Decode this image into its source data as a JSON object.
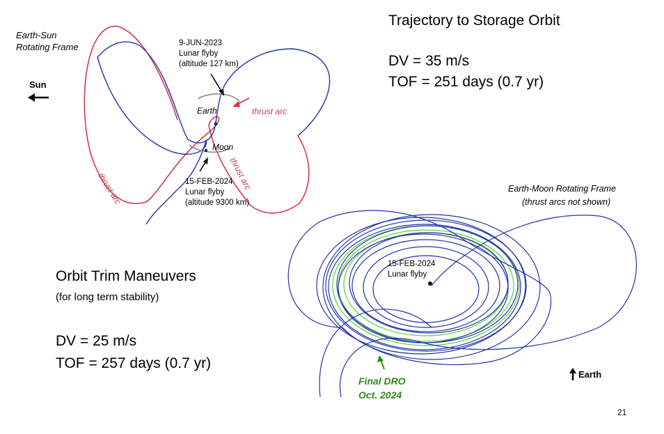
{
  "colors": {
    "trajectory_blue": "#2233aa",
    "thrust_red": "#d0394a",
    "dro_green": "#5ccf3a",
    "final_label_green": "#2e8b1a",
    "annotation_gray": "#777777"
  },
  "frame_es": {
    "line1": "Earth-Sun",
    "line2": "Rotating Frame"
  },
  "sun": {
    "label": "Sun"
  },
  "flyby1": {
    "date": "9-JUN-2023",
    "desc": "Lunar flyby",
    "alt": "(altitude 127 km)"
  },
  "labels": {
    "earth": "Earth",
    "moon": "Moon",
    "thrust_top": "thrust arc",
    "thrust_right": "thrust arc",
    "thrust_left": "thrust arc"
  },
  "flyby2": {
    "date": "15-FEB-2024",
    "desc": "Lunar flyby",
    "alt": "(altitude 9300 km)"
  },
  "trajectory": {
    "title": "Trajectory to Storage Orbit",
    "dv": "DV = 35 m/s",
    "tof": "TOF = 251 days (0.7 yr)"
  },
  "frame_em": {
    "line1": "Earth-Moon Rotating Frame",
    "line2": "(thrust arcs not shown)"
  },
  "trim": {
    "title": "Orbit Trim Maneuvers",
    "sub": "(for long term stability)",
    "dv": "DV = 25 m/s",
    "tof": "TOF = 257 days (0.7 yr)"
  },
  "flyby3": {
    "date": "15-FEB-2024",
    "desc": "Lunar flyby"
  },
  "final_dro": {
    "line1": "Final DRO",
    "line2": "Oct. 2024"
  },
  "earth_dir": {
    "label": "Earth"
  },
  "page_number": "21"
}
